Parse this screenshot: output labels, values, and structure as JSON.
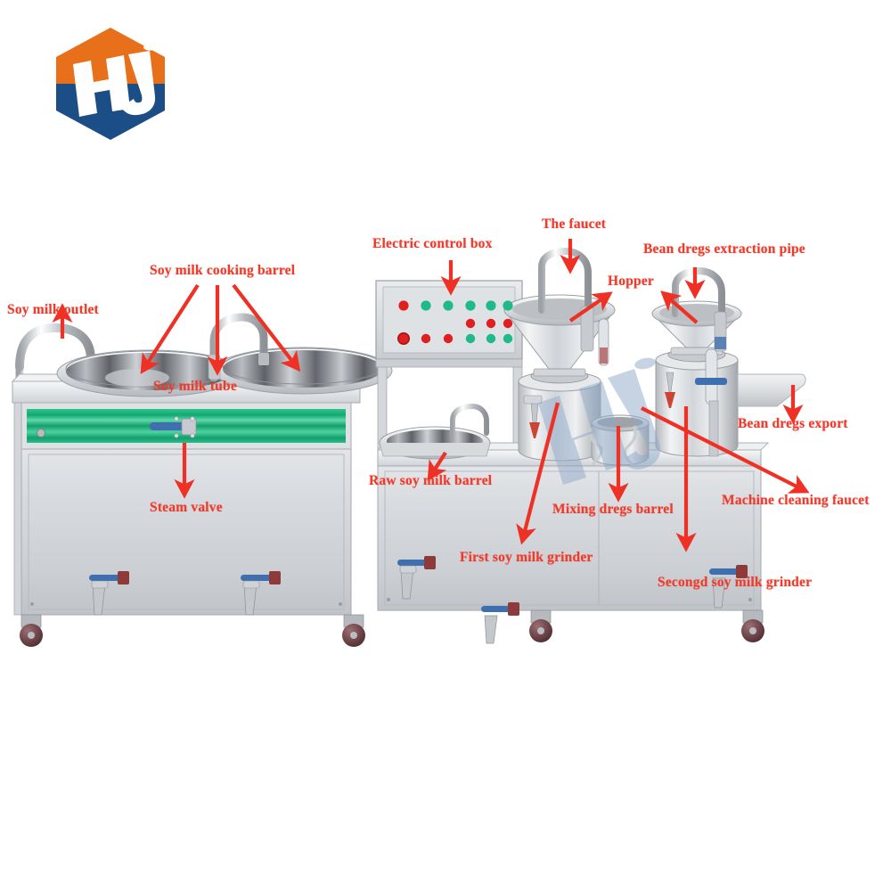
{
  "page": {
    "background_color": "#ffffff",
    "title": "Commercial soy milk making machine - annotated parts diagram"
  },
  "logo": {
    "name": "HJ",
    "text": "HJ",
    "shape": "hexagon",
    "top_color": "#e8701a",
    "bottom_color": "#1b4e86",
    "text_color": "#ffffff"
  },
  "watermark": {
    "text": "HJ",
    "color": "#8fa9c9",
    "opacity": 0.55
  },
  "annotation": {
    "color": "#ef3b2c",
    "arrow_color": "#ee3124",
    "labels": [
      {
        "id": "soy-milk-outlet",
        "text": "Soy milk outlet"
      },
      {
        "id": "soy-milk-cooking-barrel",
        "text": "Soy milk cooking barrel"
      },
      {
        "id": "soy-milk-tube",
        "text": "Soy milk tube"
      },
      {
        "id": "steam-valve",
        "text": "Steam valve"
      },
      {
        "id": "electric-control-box",
        "text": "Electric control box"
      },
      {
        "id": "the-faucet",
        "text": "The faucet"
      },
      {
        "id": "hopper",
        "text": "Hopper"
      },
      {
        "id": "bean-dregs-extraction-pipe",
        "text": "Bean dregs extraction pipe"
      },
      {
        "id": "bean-dregs-export",
        "text": "Bean dregs export"
      },
      {
        "id": "raw-soy-milk-barrel",
        "text": "Raw soy milk barrel"
      },
      {
        "id": "first-soy-milk-grinder",
        "text": "First soy milk grinder"
      },
      {
        "id": "mixing-dregs-barrel",
        "text": "Mixing dregs barrel"
      },
      {
        "id": "machine-cleaning-faucet",
        "text": "Machine cleaning faucet"
      },
      {
        "id": "secongd-soy-milk-grinder",
        "text": "Secongd soy milk grinder"
      }
    ]
  },
  "machine": {
    "left_unit": {
      "name": "soy milk cooking unit",
      "band_color": "#17b07a",
      "barrel_count": 2,
      "tap_count": 2,
      "caster_count": 3
    },
    "right_unit": {
      "name": "grinding unit",
      "grinder_count": 2,
      "tap_count": 2,
      "caster_count": 2
    },
    "control_panel": {
      "name": "electric control box",
      "indicator_rows": [
        {
          "colors": [
            "#e02020",
            "#1fb98a",
            "#1fb98a",
            "#1fb98a",
            "#1fb98a",
            "#1fb98a",
            "#1fb98a"
          ]
        },
        {
          "colors": [
            "#e02020",
            "#e02020",
            "#e02020",
            "#e02020",
            "#1fb98a",
            "#1fb98a",
            "#1fb98a"
          ]
        }
      ],
      "secondary_row_colors": [
        "#e02020",
        "#e02020",
        "#e02020"
      ]
    }
  }
}
